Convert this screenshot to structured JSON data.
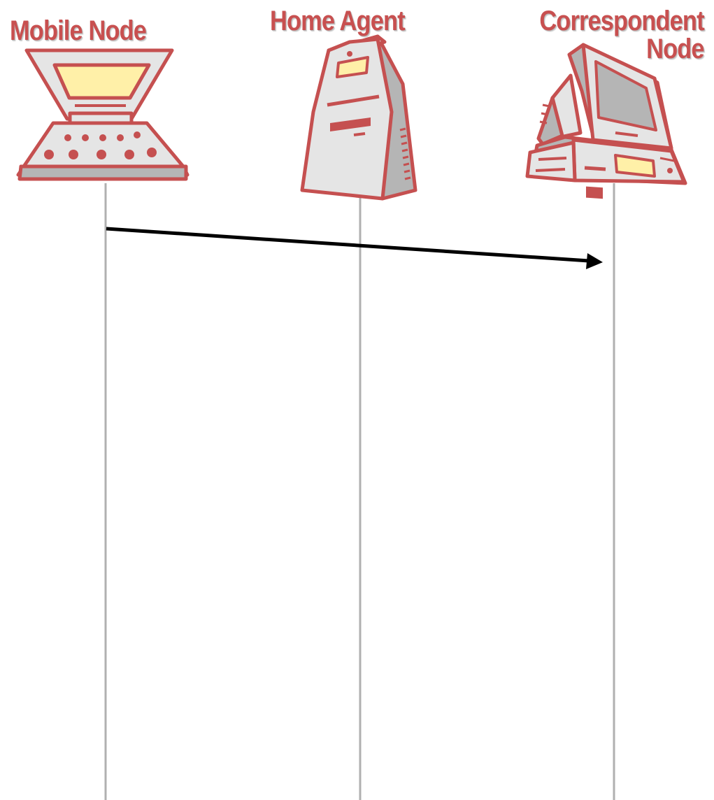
{
  "nodes": {
    "mobile": {
      "label": "Mobile Node",
      "icon": "laptop-icon"
    },
    "home_agent": {
      "label": "Home Agent",
      "icon": "server-tower-icon"
    },
    "correspondent": {
      "label_line1": "Correspondent",
      "label_line2": "Node",
      "icon": "desktop-computer-icon"
    }
  },
  "messages": [
    {
      "from": "mobile",
      "to": "correspondent",
      "label": ""
    }
  ],
  "colors": {
    "label": "#c85050",
    "icon_outline": "#c55050",
    "icon_body": "#e5e5e5",
    "icon_shade": "#b5b5b5",
    "screen": "#fff0a8",
    "lifeline": "#b0b0b0",
    "arrow": "#000000"
  }
}
